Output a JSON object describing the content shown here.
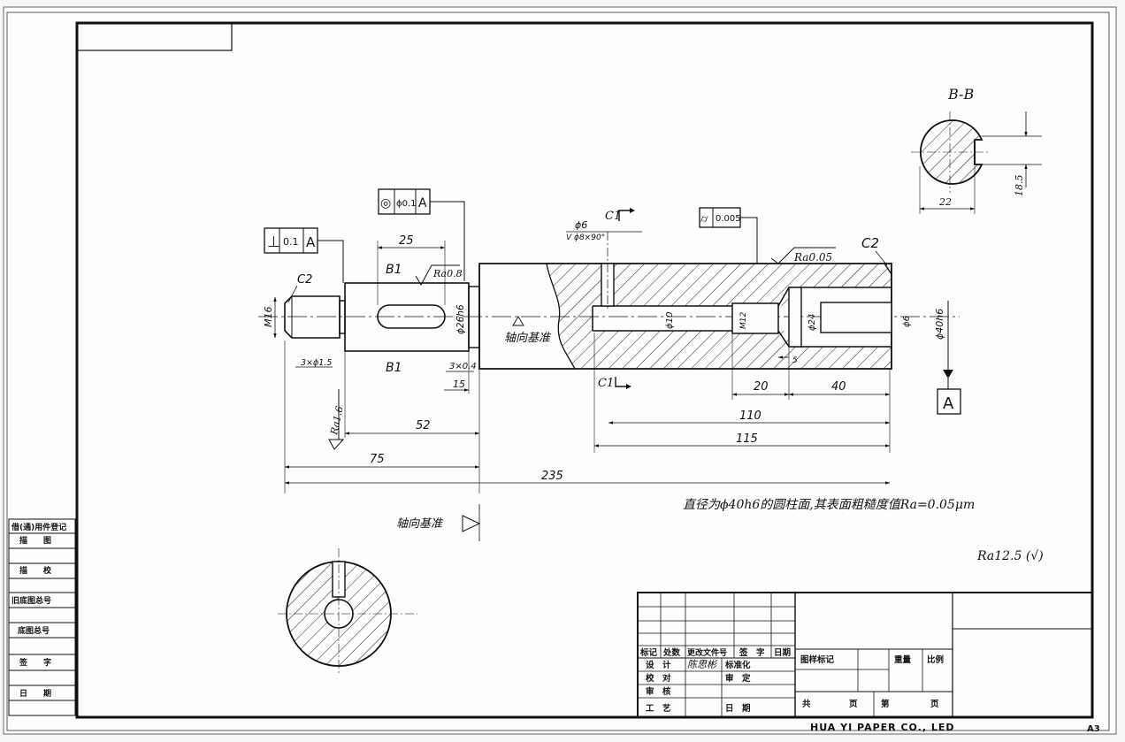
{
  "sheet_size": "A3",
  "publisher": "HUA YI PAPER CO., LED",
  "side_register": [
    "借(通)用件登记",
    "描　　图",
    "描　　校",
    "旧底图总号",
    "底图总号",
    "签　　字",
    "日　　期"
  ],
  "views": {
    "section_bb": {
      "title": "B-B",
      "width": "22",
      "depth": "18.5"
    },
    "section_c": {
      "label": "C1"
    }
  },
  "tolerances": {
    "perpendicularity": {
      "symbol": "⊥",
      "value": "0.1",
      "datum": "A"
    },
    "coaxiality": {
      "symbol": "◎",
      "value": "ϕ0.1",
      "datum": "A"
    },
    "cylindricity": {
      "symbol": "⌭",
      "value": "0.005"
    },
    "datum": "A"
  },
  "roughness": {
    "keyway": "Ra0.8",
    "main_cylinder": "Ra0.05",
    "shoulder": "Ra1.6",
    "general": "Ra12.5 (√)"
  },
  "labels": {
    "chamfer_left": "C2",
    "chamfer_right": "C2",
    "thread": "M16",
    "thread_undercut": "3×ϕ1.5",
    "groove": "3×0.4",
    "keyway_section": "B1",
    "diameter_26": "ϕ26h6",
    "hole_dia": "ϕ6",
    "countersink": "V ϕ8×90°",
    "hole_10": "ϕ10",
    "m12": "M12",
    "dia_24": "ϕ24",
    "dia_6": "ϕ6",
    "dia_40": "ϕ40h6",
    "axial_datum_1": "轴向基准",
    "axial_datum_2": "轴向基准"
  },
  "dimensions": [
    "25",
    "15",
    "52",
    "75",
    "235",
    "5",
    "20",
    "40",
    "110",
    "115"
  ],
  "notes": {
    "main": "直径为ϕ40h6的圆柱面,其表面粗糙度值Ra=0.05μm"
  },
  "title_block": {
    "header_row": [
      "标记",
      "处数",
      "更改文件号",
      "签　字",
      "日期"
    ],
    "rows": [
      {
        "label": "设　计",
        "signature": "陈思彬",
        "right": "标准化"
      },
      {
        "label": "校　对",
        "signature": "",
        "right": "审　定"
      },
      {
        "label": "审　核",
        "signature": "",
        "right": ""
      },
      {
        "label": "工　艺",
        "signature": "",
        "right": "日　期"
      }
    ],
    "pattern_mark": "图样标记",
    "weight": "重量",
    "scale": "比例",
    "total": "共",
    "page_word": "页",
    "sheet_no": "第"
  }
}
